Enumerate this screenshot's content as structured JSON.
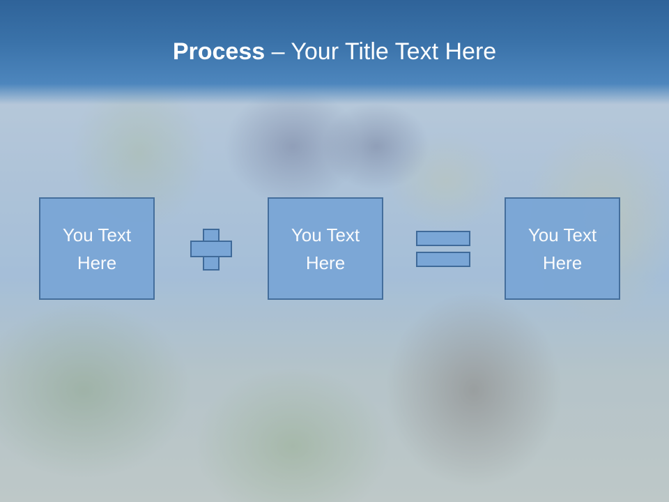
{
  "slide": {
    "title_bold": "Process",
    "title_rest": " – Your Title Text Here",
    "boxes": [
      {
        "text": "You Text\nHere"
      },
      {
        "text": "You Text\nHere"
      },
      {
        "text": "You Text\nHere"
      }
    ]
  },
  "icons": {
    "plus": "plus-icon",
    "equals": "equals-icon"
  },
  "colors": {
    "header": "#3a72a9",
    "box_fill": "#7aa6d6",
    "box_border": "#3f6a99",
    "text": "#ffffff"
  }
}
